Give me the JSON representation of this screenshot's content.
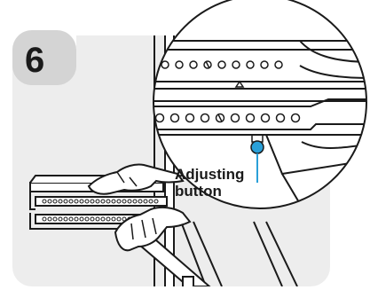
{
  "step": {
    "number": "6"
  },
  "callout": {
    "line1": "Adjusting",
    "line2": "button"
  },
  "colors": {
    "panel_bg": "#ededed",
    "badge_bg": "#d4d4d4",
    "line": "#1a1a1a",
    "button_accent": "#2aa0d8",
    "white": "#ffffff"
  },
  "icons": {
    "hands": "hand-illustration",
    "rail": "drawer-rail-illustration",
    "button": "adjusting-button-icon"
  }
}
